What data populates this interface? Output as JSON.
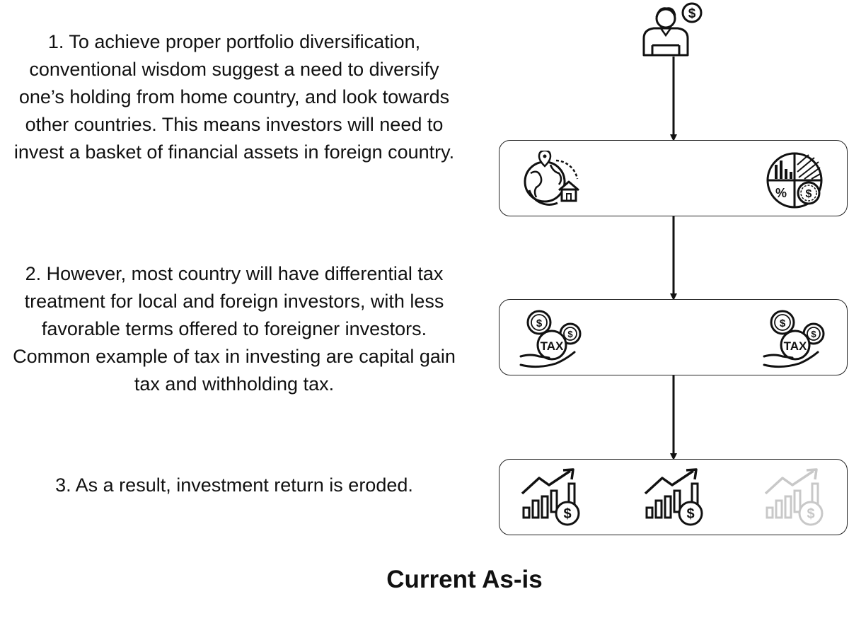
{
  "steps": [
    {
      "text": "1. To achieve proper portfolio diversification, conventional wisdom suggest a need to diversify one’s holding from home country, and look towards other countries. This means investors will need to invest a basket of financial assets in foreign country."
    },
    {
      "text": "2. However, most country will have differential tax treatment for local and foreign investors, with less favorable terms offered to foreigner investors. Common example of tax in investing are capital gain tax and withholding tax."
    },
    {
      "text": "3. As a result, investment return is eroded."
    }
  ],
  "caption": "Current As-is",
  "icons": {
    "investor": "investor-dollar-icon",
    "global": "globe-location-home-icon",
    "portfolio": "portfolio-pie-chart-icon",
    "tax": "tax-coins-hand-icon",
    "growth": "growth-chart-dollar-icon"
  },
  "colors": {
    "line": "#111111",
    "faded": "#c8c8c8",
    "text": "#111111"
  },
  "tax_label": "TAX",
  "currency_symbol": "$",
  "percent_symbol": "%"
}
